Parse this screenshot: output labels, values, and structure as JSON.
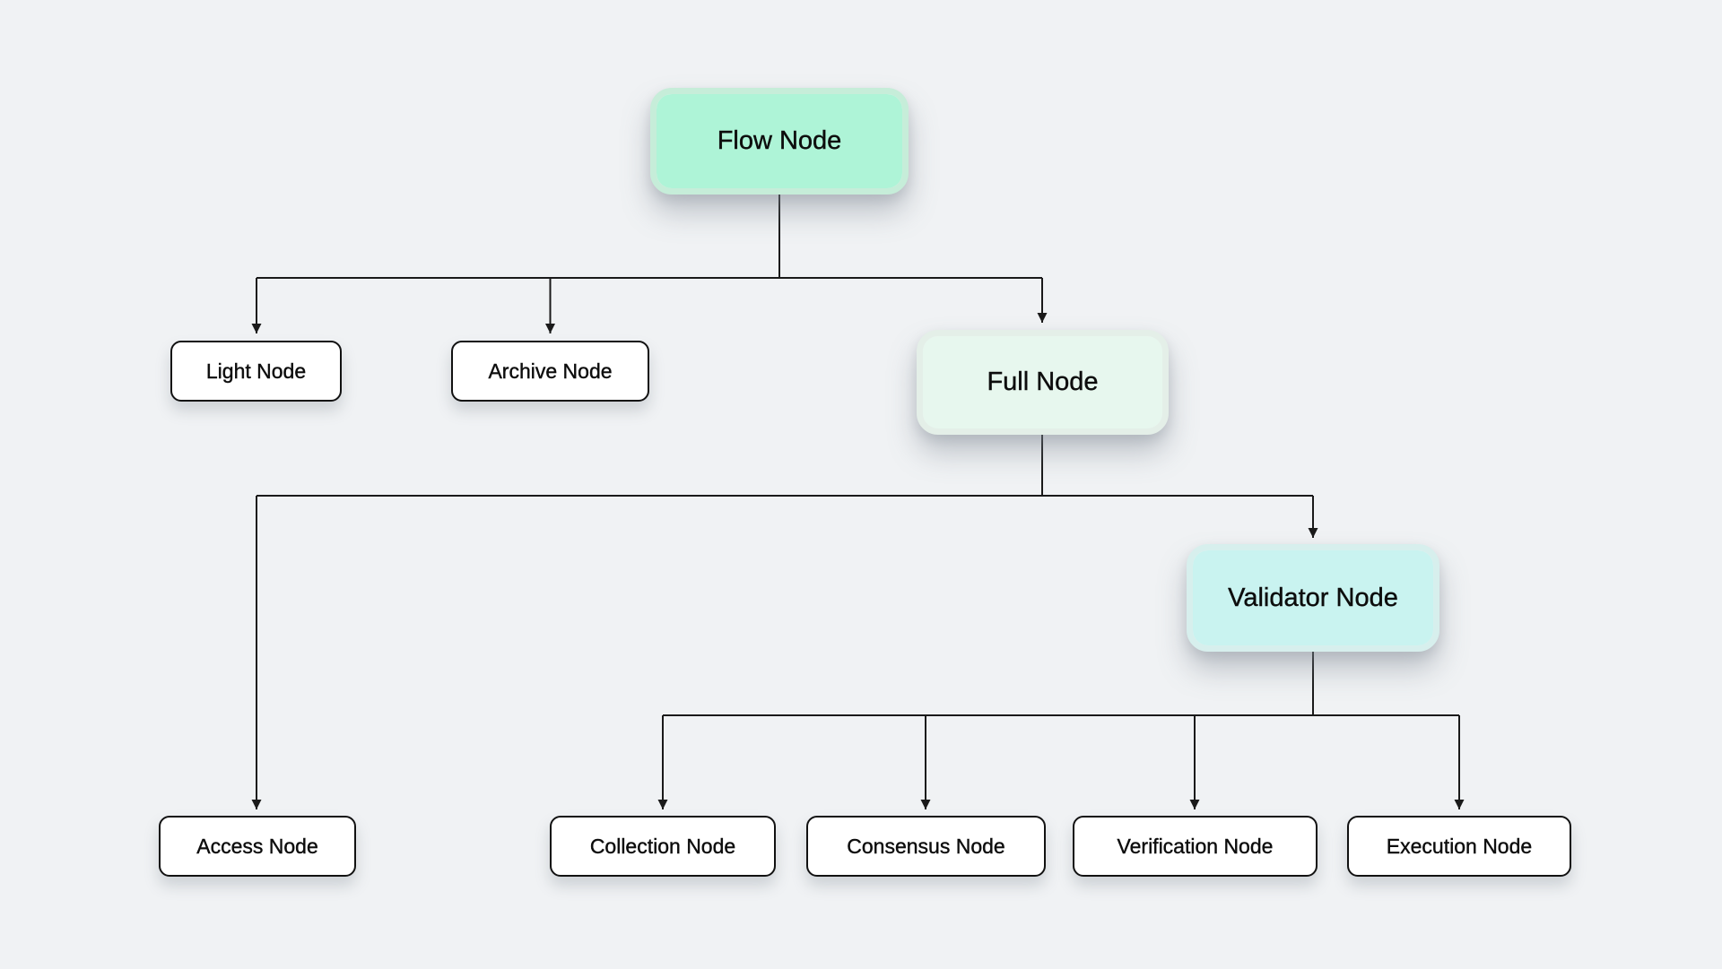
{
  "page": {
    "background_color": "#f0f2f4"
  },
  "diagram": {
    "type": "tree",
    "line_color": "#1a1a1a",
    "text_color": "#0d0d0d",
    "nodes": {
      "flow": {
        "label": "Flow Node",
        "fill": "#aef4d7",
        "rim": "#c6edd9"
      },
      "light": {
        "label": "Light Node",
        "fill": "#ffffff",
        "border": "#111111"
      },
      "archive": {
        "label": "Archive Node",
        "fill": "#ffffff",
        "border": "#111111"
      },
      "full": {
        "label": "Full Node",
        "fill": "#e7f7ee",
        "rim": "#e4efe8"
      },
      "validator": {
        "label": "Validator Node",
        "fill": "#c9f3f0",
        "rim": "#d7efed"
      },
      "access": {
        "label": "Access Node",
        "fill": "#ffffff",
        "border": "#111111"
      },
      "collection": {
        "label": "Collection Node",
        "fill": "#ffffff",
        "border": "#111111"
      },
      "consensus": {
        "label": "Consensus Node",
        "fill": "#ffffff",
        "border": "#111111"
      },
      "verification": {
        "label": "Verification Node",
        "fill": "#ffffff",
        "border": "#111111"
      },
      "execution": {
        "label": "Execution Node",
        "fill": "#ffffff",
        "border": "#111111"
      }
    },
    "edges": [
      {
        "from": "flow",
        "to": "light"
      },
      {
        "from": "flow",
        "to": "archive"
      },
      {
        "from": "flow",
        "to": "full"
      },
      {
        "from": "full",
        "to": "access"
      },
      {
        "from": "full",
        "to": "validator"
      },
      {
        "from": "validator",
        "to": "collection"
      },
      {
        "from": "validator",
        "to": "consensus"
      },
      {
        "from": "validator",
        "to": "verification"
      },
      {
        "from": "validator",
        "to": "execution"
      }
    ]
  }
}
